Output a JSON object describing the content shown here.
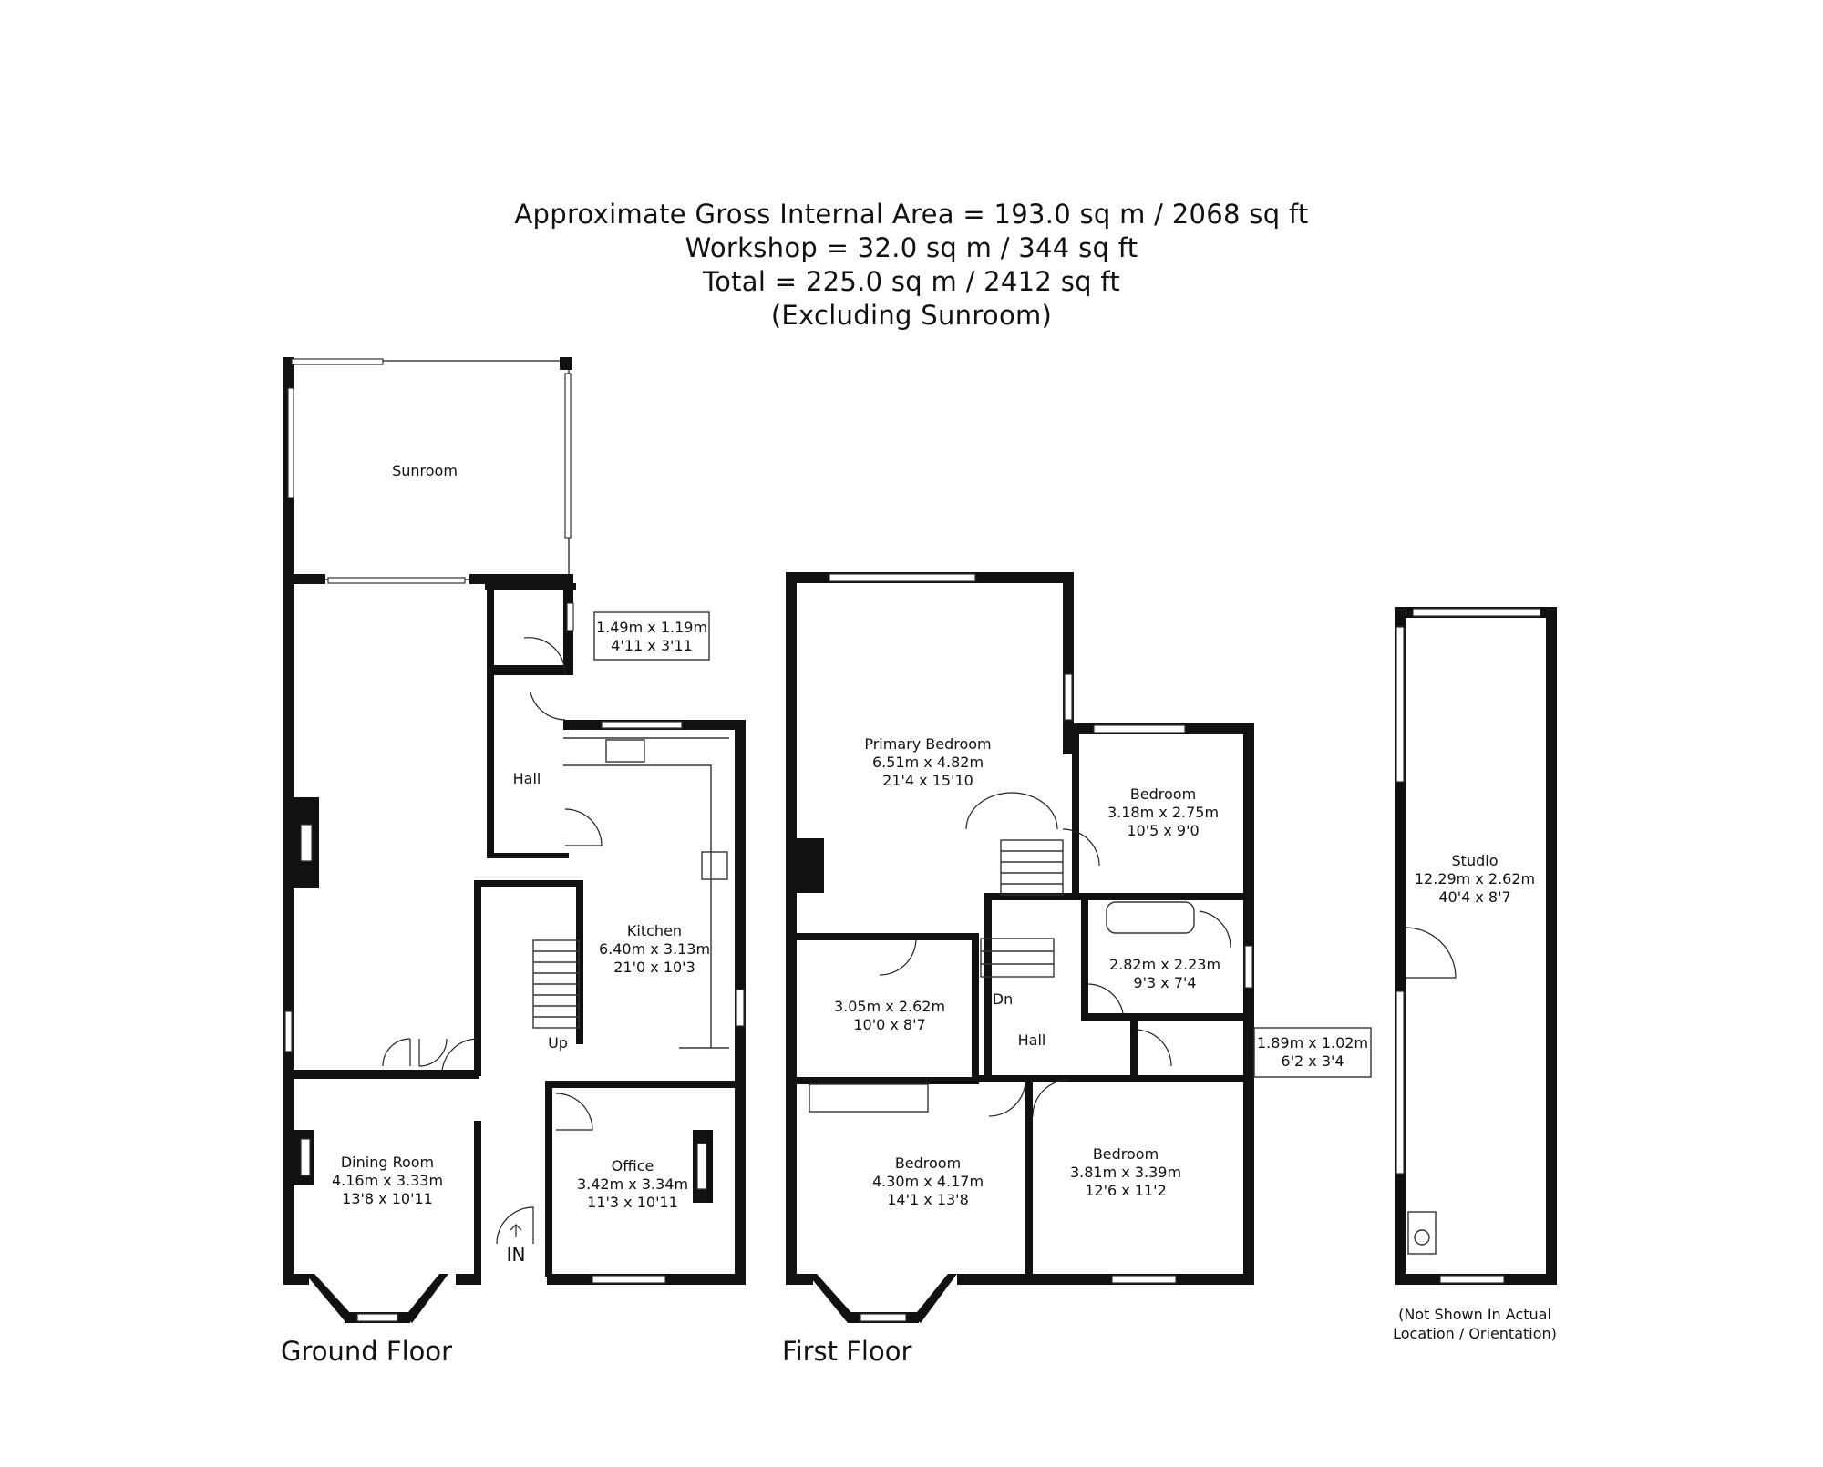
{
  "header": {
    "gross_area": "Approximate Gross Internal Area = 193.0 sq m / 2068 sq ft",
    "workshop": "Workshop = 32.0 sq m / 344 sq ft",
    "total": "Total = 225.0 sq m / 2412 sq ft",
    "note": "(Excluding Sunroom)"
  },
  "floors": {
    "ground": "Ground Floor",
    "first": "First Floor"
  },
  "studio_note": {
    "line1": "(Not Shown In Actual",
    "line2": "Location / Orientation)"
  },
  "ground_floor": {
    "sunroom": "Sunroom",
    "hall": "Hall",
    "up": "Up",
    "in": "IN",
    "wc": {
      "metric": "1.49m x 1.19m",
      "imperial": "4'11 x 3'11"
    },
    "kitchen": {
      "name": "Kitchen",
      "metric": "6.40m x 3.13m",
      "imperial": "21'0 x 10'3"
    },
    "dining": {
      "name": "Dining Room",
      "metric": "4.16m x 3.33m",
      "imperial": "13'8 x 10'11"
    },
    "office": {
      "name": "Office",
      "metric": "3.42m x 3.34m",
      "imperial": "11'3 x 10'11"
    }
  },
  "first_floor": {
    "primary": {
      "name": "Primary Bedroom",
      "metric": "6.51m x 4.82m",
      "imperial": "21'4 x 15'10"
    },
    "bedroom_small": {
      "name": "Bedroom",
      "metric": "3.18m x 2.75m",
      "imperial": "10'5 x 9'0"
    },
    "ensuite": {
      "metric": "3.05m x 2.62m",
      "imperial": "10'0 x 8'7"
    },
    "bathroom": {
      "metric": "2.82m x 2.23m",
      "imperial": "9'3 x 7'4"
    },
    "wc": {
      "metric": "1.89m x 1.02m",
      "imperial": "6'2 x 3'4"
    },
    "dn": "Dn",
    "hall": "Hall",
    "bedroom_front_left": {
      "name": "Bedroom",
      "metric": "4.30m x 4.17m",
      "imperial": "14'1 x 13'8"
    },
    "bedroom_front_right": {
      "name": "Bedroom",
      "metric": "3.81m x 3.39m",
      "imperial": "12'6 x 11'2"
    }
  },
  "studio": {
    "name": "Studio",
    "metric": "12.29m x 2.62m",
    "imperial": "40'4 x 8'7"
  }
}
